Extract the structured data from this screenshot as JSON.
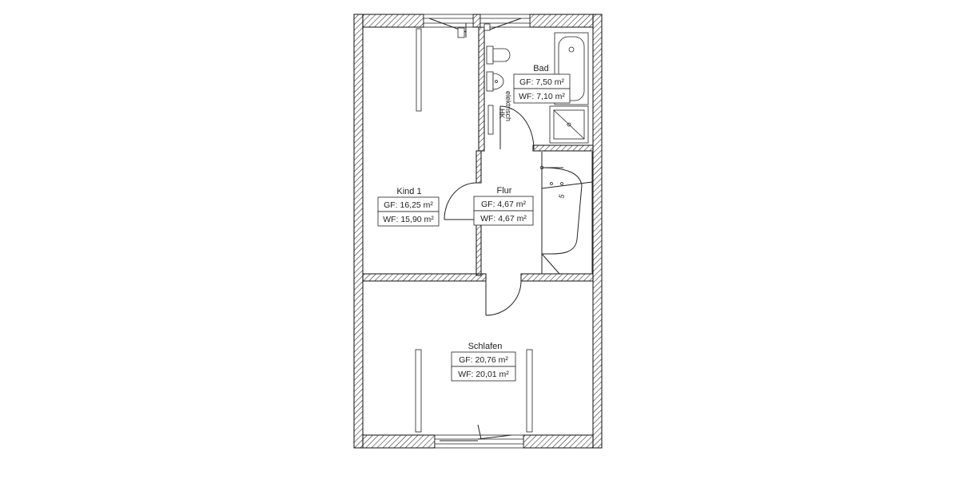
{
  "rooms": [
    {
      "id": "bad",
      "name": "Bad",
      "gf": "GF: 7,50 m²",
      "wf": "WF: 7,10 m²"
    },
    {
      "id": "kind1",
      "name": "Kind 1",
      "gf": "GF: 16,25 m²",
      "wf": "WF: 15,90 m²"
    },
    {
      "id": "flur",
      "name": "Flur",
      "gf": "GF: 4,67 m²",
      "wf": "WF: 4,67 m²"
    },
    {
      "id": "schlafen",
      "name": "Schlafen",
      "gf": "GF: 20,76 m²",
      "wf": "WF: 20,01 m²"
    }
  ],
  "fixtures": {
    "heater_label": "HK",
    "heater_note": "elektrisch",
    "stair_number": "5"
  },
  "colors": {
    "line": "#222222",
    "background": "#ffffff"
  }
}
